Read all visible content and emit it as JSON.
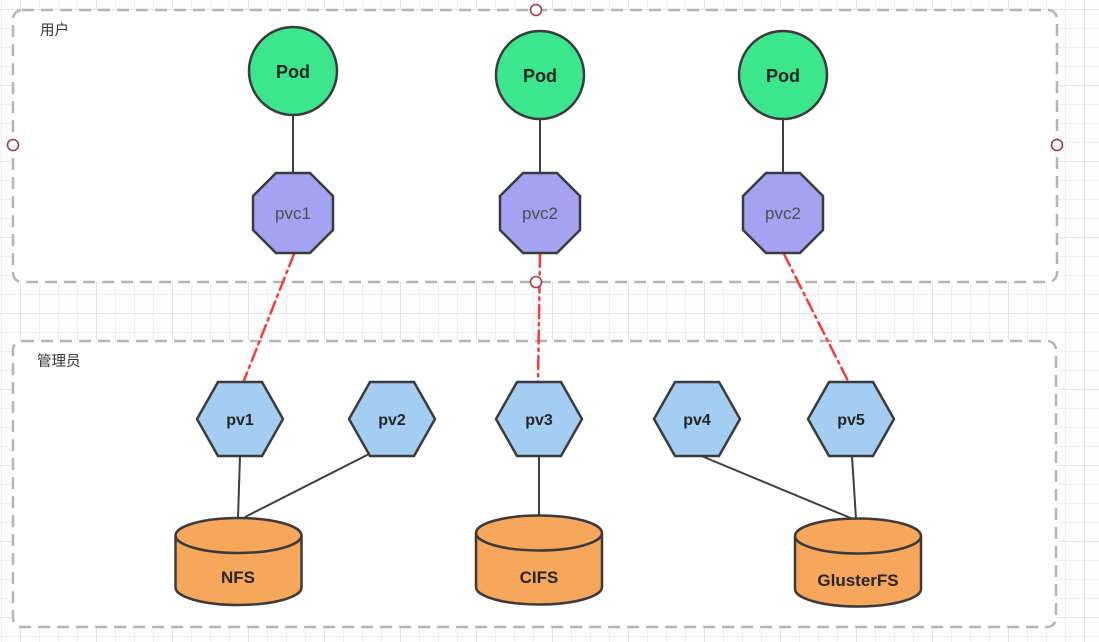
{
  "diagram": {
    "groups": {
      "user": {
        "label": "用户"
      },
      "admin": {
        "label": "管理员"
      }
    },
    "nodes": {
      "pod1": {
        "label": "Pod"
      },
      "pod2": {
        "label": "Pod"
      },
      "pod3": {
        "label": "Pod"
      },
      "pvc1": {
        "label": "pvc1"
      },
      "pvc2": {
        "label": "pvc2"
      },
      "pvc3": {
        "label": "pvc2"
      },
      "pv1": {
        "label": "pv1"
      },
      "pv2": {
        "label": "pv2"
      },
      "pv3": {
        "label": "pv3"
      },
      "pv4": {
        "label": "pv4"
      },
      "pv5": {
        "label": "pv5"
      },
      "nfs": {
        "label": "NFS"
      },
      "cifs": {
        "label": "CIFS"
      },
      "glusterfs": {
        "label": "GlusterFS"
      }
    },
    "colors": {
      "pod_fill": "#3be68c",
      "pvc_fill": "#a3a3f1",
      "pv_fill": "#a3cdf1",
      "storage_fill": "#f7a75c",
      "edge": "#3f3f3f",
      "bound_edge": "#fb3b3b",
      "group_border": "#b5b5b5",
      "handle_ring": "#9c3f3f"
    },
    "edges": [
      {
        "from": "pod1",
        "to": "pvc1",
        "style": "solid"
      },
      {
        "from": "pod2",
        "to": "pvc2",
        "style": "solid"
      },
      {
        "from": "pod3",
        "to": "pvc3",
        "style": "solid"
      },
      {
        "from": "pvc1",
        "to": "pv1",
        "style": "red-dash-dot"
      },
      {
        "from": "pvc2",
        "to": "pv3",
        "style": "red-dash-dot"
      },
      {
        "from": "pvc3",
        "to": "pv5",
        "style": "red-dash-dot"
      },
      {
        "from": "pv1",
        "to": "nfs",
        "style": "solid"
      },
      {
        "from": "pv2",
        "to": "nfs",
        "style": "solid"
      },
      {
        "from": "pv3",
        "to": "cifs",
        "style": "solid"
      },
      {
        "from": "pv4",
        "to": "glusterfs",
        "style": "solid"
      },
      {
        "from": "pv5",
        "to": "glusterfs",
        "style": "solid"
      }
    ]
  }
}
